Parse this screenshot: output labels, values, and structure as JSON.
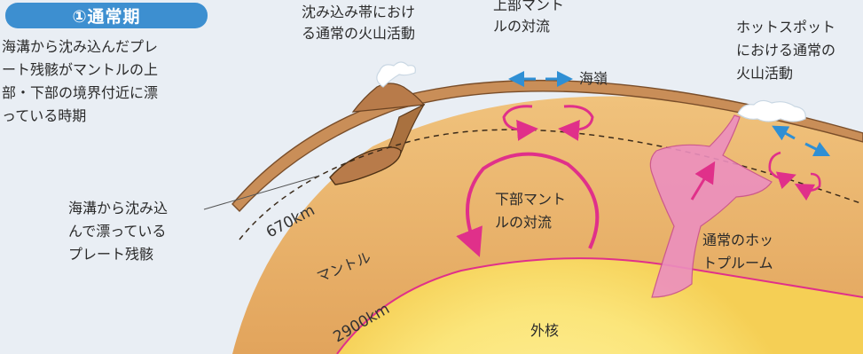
{
  "header": {
    "badge": "①通常期"
  },
  "description": {
    "line1": "海溝から沈み込んだプレ",
    "line2": "ート残骸がマントルの上",
    "line3": "部・下部の境界付近に漂",
    "line4": "っている時期"
  },
  "labels": {
    "subduction_volcano": {
      "line1": "沈み込み帯におけ",
      "line2": "る通常の火山活動"
    },
    "upper_mantle": {
      "line1": "上部マント",
      "line2": "ルの対流"
    },
    "ridge": "海嶺",
    "hotspot_volcano": {
      "line1": "ホットスポット",
      "line2": "における通常の",
      "line3": "火山活動"
    },
    "slab_remnant": {
      "line1": "海溝から沈み込",
      "line2": "んで漂っている",
      "line3": "プレート残骸"
    },
    "lower_mantle": {
      "line1": "下部マント",
      "line2": "ルの対流"
    },
    "plume": {
      "line1": "通常のホッ",
      "line2": "トプルーム"
    },
    "mantle": "マントル",
    "outer_core": "外核",
    "depth_670": "670km",
    "depth_2900": "2900km"
  },
  "colors": {
    "badge_bg": "#3d8fd0",
    "mantle": "#e7b16c",
    "crust": "#b87b4a",
    "core": "#fbe67a",
    "plume": "#ec8fbf",
    "convection_arrow": "#e0308a",
    "ridge_arrow": "#2f8fd4"
  }
}
